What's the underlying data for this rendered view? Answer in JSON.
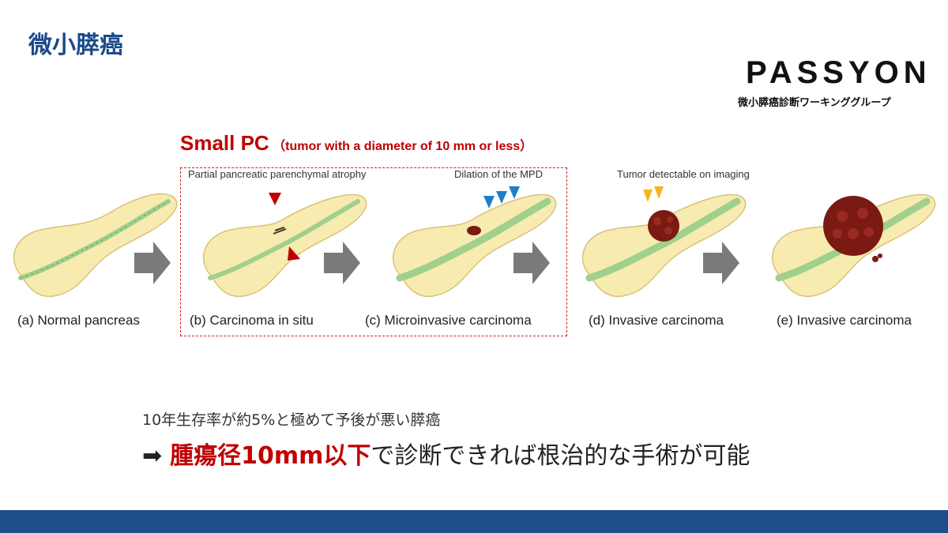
{
  "page_title": "微小膵癌",
  "logo": {
    "text": "PASSYON",
    "subtitle": "微小膵癌診断ワーキンググループ"
  },
  "small_pc": {
    "title": "Small PC",
    "subtitle": "（tumor with a diameter of 10 mm  or less）"
  },
  "annotations": {
    "atrophy": "Partial pancreatic parenchymal atrophy",
    "mpd": "Dilation of the MPD",
    "tumor": "Tumor detectable on imaging"
  },
  "stages": [
    {
      "label": "(a) Normal pancreas"
    },
    {
      "label": "(b) Carcinoma in situ"
    },
    {
      "label": "(c) Microinvasive carcinoma"
    },
    {
      "label": "(d) Invasive carcinoma"
    },
    {
      "label": "(e) Invasive carcinoma"
    }
  ],
  "note": "10年生存率が約5%と極めて予後が悪い膵癌",
  "conclusion": {
    "arrow": "➡",
    "highlight": "腫瘍径10mm以下",
    "rest": "で診断できれば根治的な手術が可能"
  },
  "colors": {
    "title_blue": "#1a4a8a",
    "accent_red": "#c00000",
    "pancreas": "#f8ebb0",
    "duct": "#9fd08c",
    "tumor": "#7a1a12",
    "arrow_gray": "#7a7a7a",
    "marker_blue": "#1e7fc8",
    "marker_yellow": "#f2b61a",
    "footer": "#1e4e8c"
  }
}
